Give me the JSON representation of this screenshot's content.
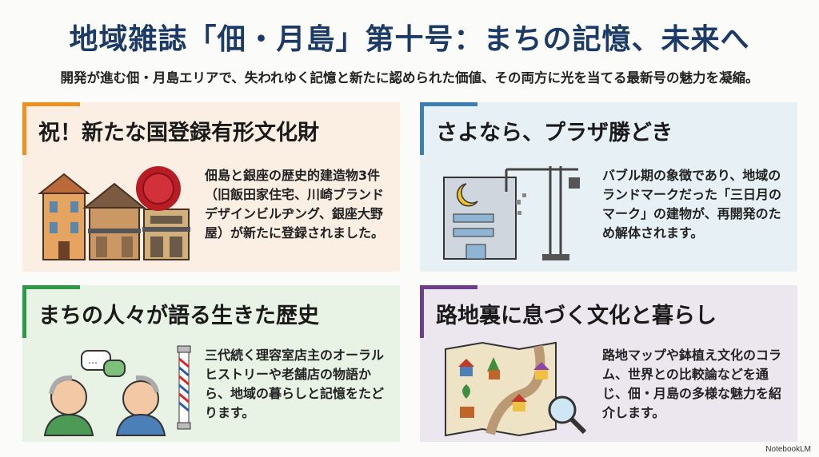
{
  "header": {
    "title": "地域雑誌「佃・月島」第十号：まちの記憶、未来へ",
    "subtitle": "開発が進む佃・月島エリアで、失われゆく記憶と新たに認められた価値、その両方に光を当てる最新号の魅力を凝縮。"
  },
  "cards": [
    {
      "heading": "祝！新たな国登録有形文化財",
      "body": "佃島と銀座の歴史的建造物3件（旧飯田家住宅、川崎ブランドデザインビルヂング、銀座大野屋）が新たに登録されました。",
      "accent": "#ef8f1f",
      "icon": "historic-buildings-seal"
    },
    {
      "heading": "さよなら、プラザ勝どき",
      "body": "バブル期の象徴であり、地域のランドマークだった「三日月のマーク」の建物が、再開発のため解体されます。",
      "accent": "#3b7db4",
      "icon": "building-crane-demolition"
    },
    {
      "heading": "まちの人々が語る生きた歴史",
      "body": "三代続く理容室店主のオーラルヒストリーや老舗店の物語から、地域の暮らしと記憶をたどります。",
      "accent": "#2e9a48",
      "icon": "elders-talking-barber-pole"
    },
    {
      "heading": "路地裏に息づく文化と暮らし",
      "body": "路地マップや鉢植え文化のコラム、世界との比較論などを通じ、佃・月島の多様な魅力を紹介します。",
      "accent": "#6b3e8f",
      "icon": "map-magnifier"
    }
  ],
  "footer": {
    "brand": "NotebookLM"
  }
}
